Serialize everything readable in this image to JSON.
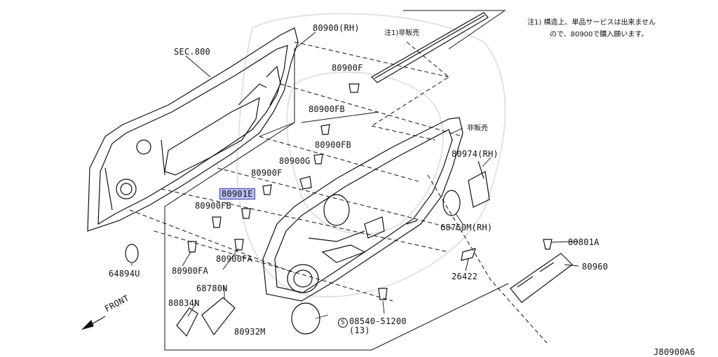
{
  "diagram_id": "J80900A6",
  "note_line1": "注1) 構造上、単品サービスは出来ません",
  "note_line2": "ので、80900で購入願います。",
  "labels": {
    "sec800": "SEC.800",
    "p80900rh": "80900(RH)",
    "note1_hihanbai": "注1)非販売",
    "p80900f_top": "80900F",
    "p80900fb_1": "80900FB",
    "hihanbai": "非販売",
    "p80900fb_2": "80900FB",
    "p80974rh": "80974(RH)",
    "p80900g": "80900G",
    "p80900f_mid": "80900F",
    "p80901e": "80901E",
    "p80900fb_3": "80900FB",
    "p68760mrh": "68760M(RH)",
    "p80801a": "80801A",
    "p64894u": "64894U",
    "p80900fa_1": "80900FA",
    "p80900fa_2": "80900FA",
    "p80960": "80960",
    "p26422": "26422",
    "p68780n": "68780N",
    "p80834n": "80834N",
    "front": "FRONT",
    "p80932m": "80932M",
    "p08540": "08540-51200",
    "p08540_qty": "(13)",
    "s_symbol": "S"
  }
}
